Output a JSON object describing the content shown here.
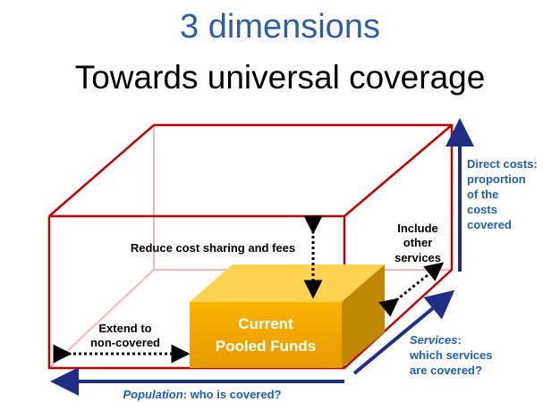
{
  "colors": {
    "title": "#2E5FA3",
    "box_edge": "#C00000",
    "box_edge_back": "#F2B8B8",
    "axis_arrow": "#1F2F86",
    "axis_text": "#1F5FB0",
    "fund_front": "#F2A900",
    "fund_top": "#FFD34D",
    "fund_side": "#C08800"
  },
  "header": {
    "title": "3 dimensions",
    "subtitle": "Towards universal coverage"
  },
  "diagram": {
    "direct_costs_line1": "Direct costs:",
    "direct_costs_line2": "proportion",
    "direct_costs_line3": "of the",
    "direct_costs_line4": "costs",
    "direct_costs_line5": "covered",
    "reduce_label": "Reduce cost sharing and fees",
    "include_line1": "Include",
    "include_line2": "other",
    "include_line3": "services",
    "extend_line1": "Extend to",
    "extend_line2": "non-covered",
    "fund_line1": "Current",
    "fund_line2": "Pooled Funds",
    "services_line1_term": "Services",
    "services_line1_rest": ":",
    "services_line2": "which services",
    "services_line3": "are covered?",
    "population_term": "Population",
    "population_rest": ": who is covered?"
  }
}
